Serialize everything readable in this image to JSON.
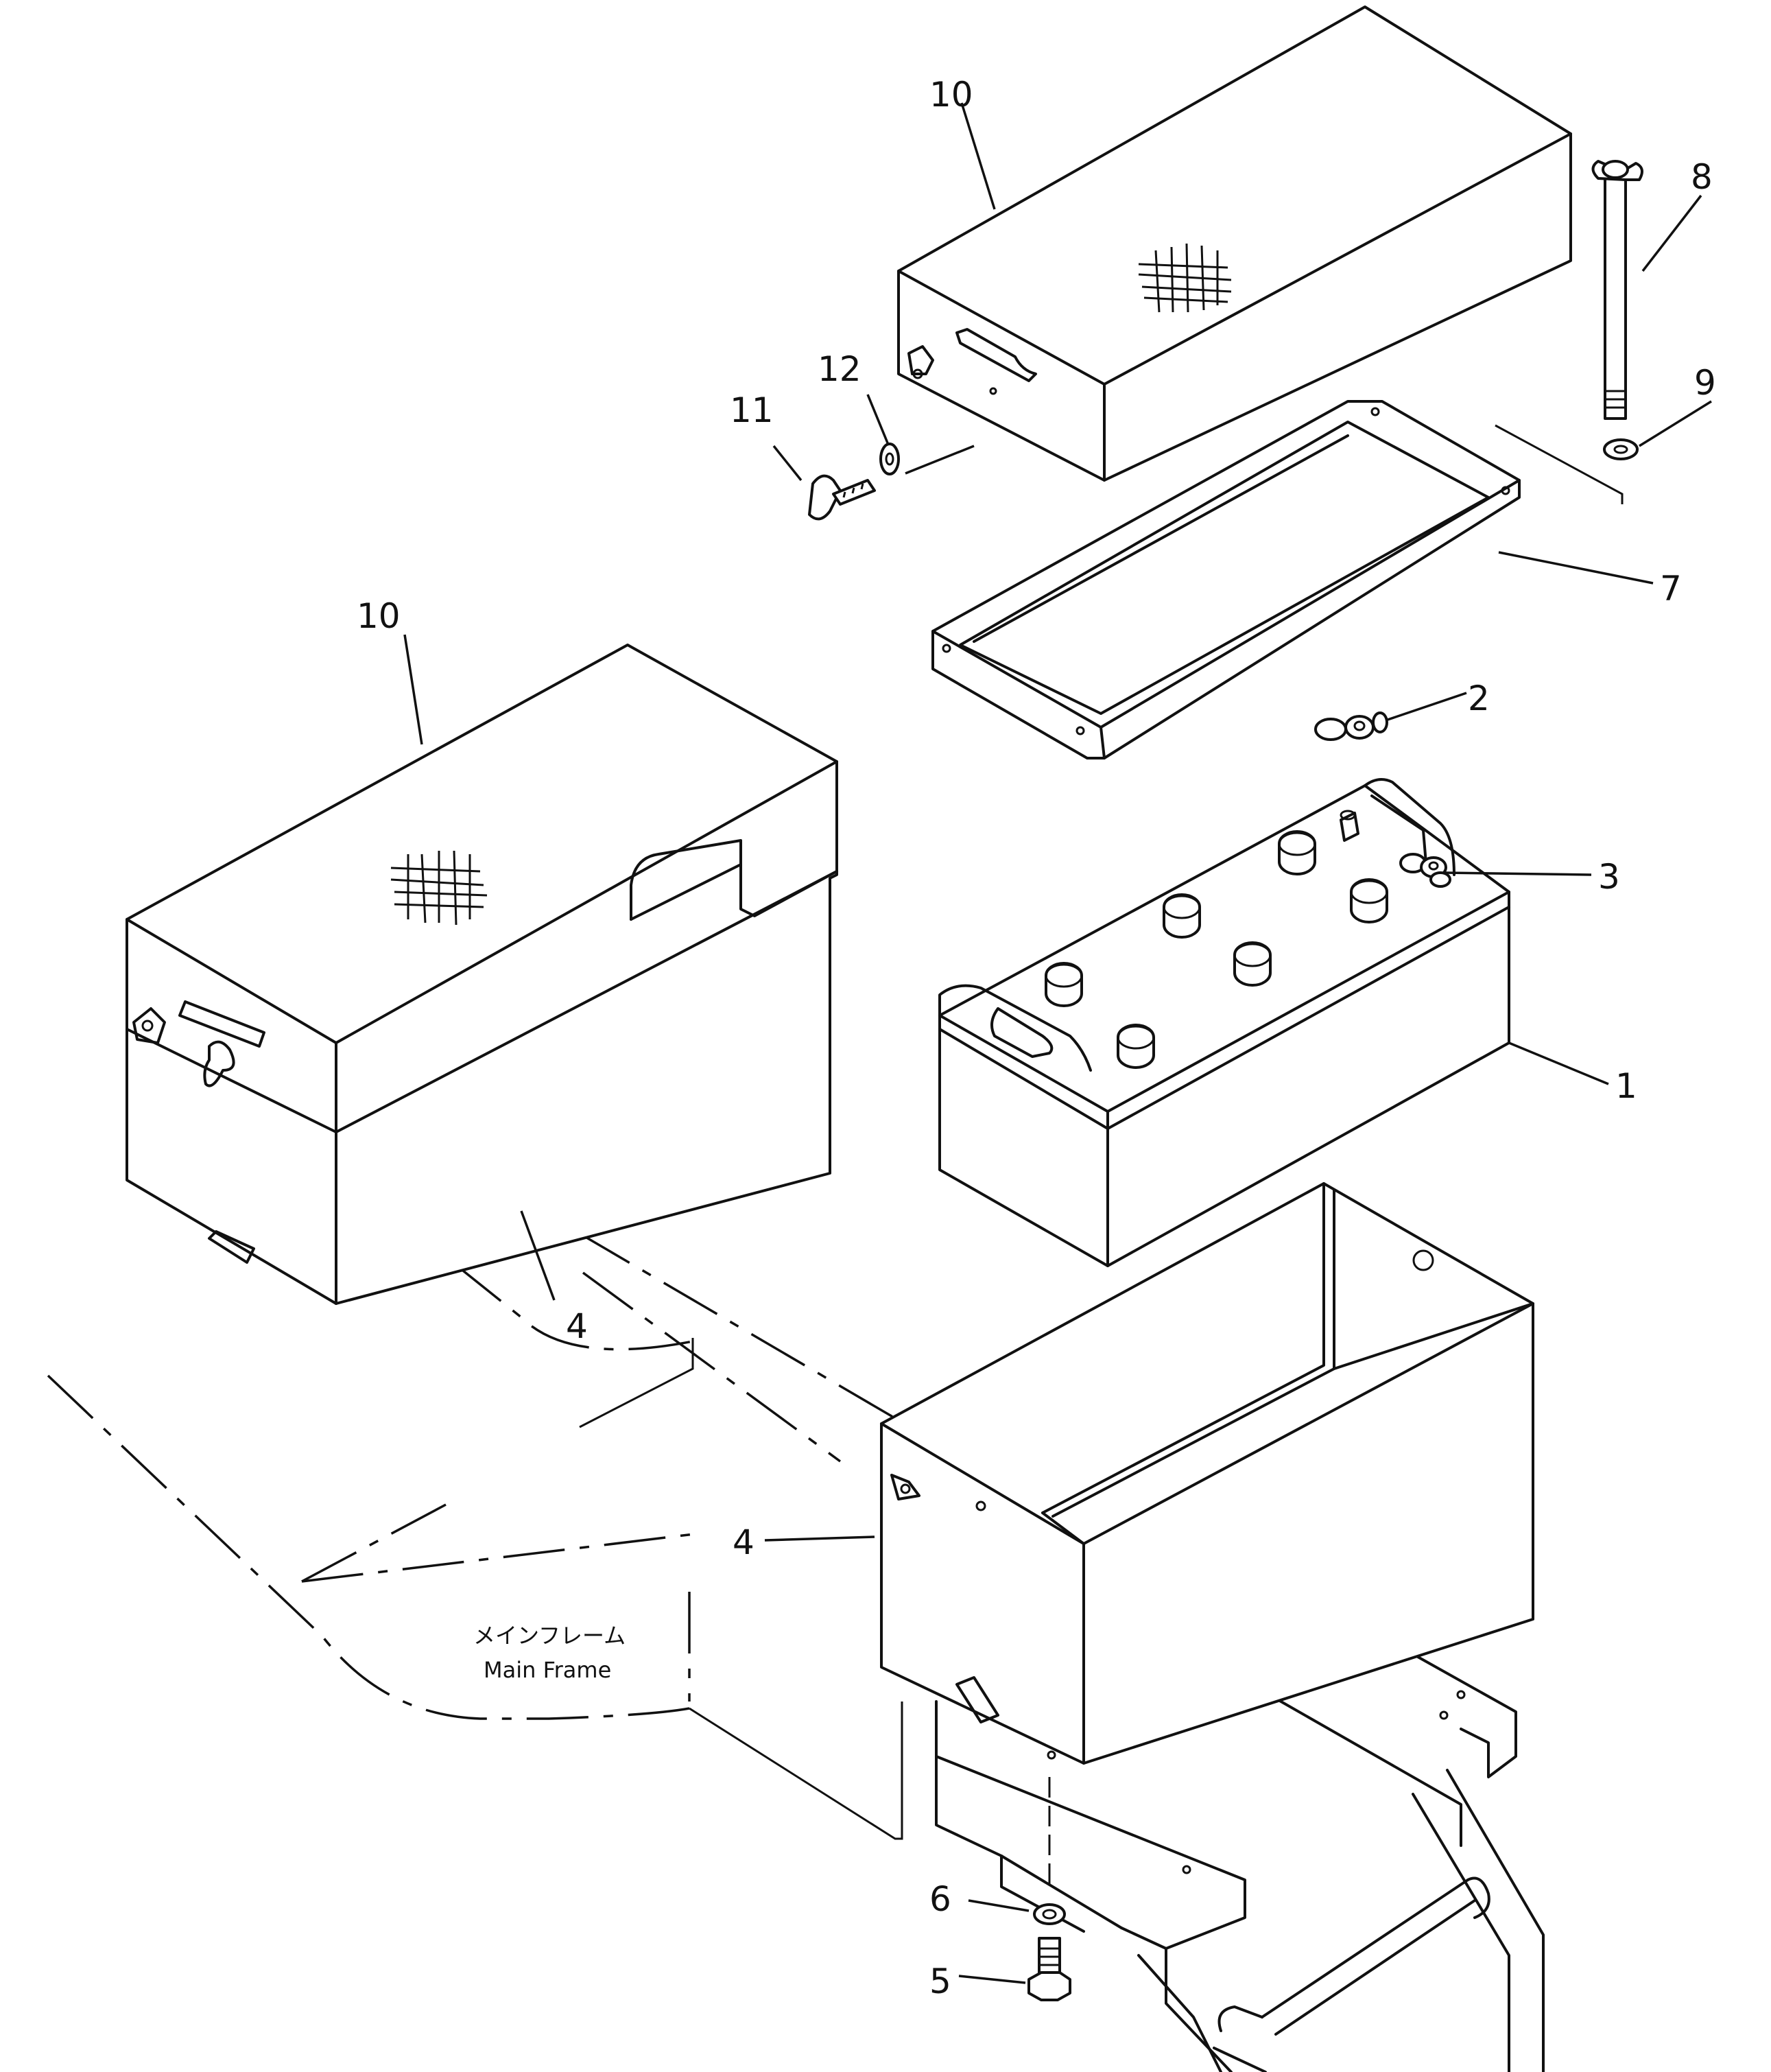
{
  "callouts": {
    "c1": "1",
    "c2": "2",
    "c3": "3",
    "c4a": "4",
    "c4b": "4",
    "c5": "5",
    "c6": "6",
    "c7": "7",
    "c8": "8",
    "c9": "9",
    "c10a": "10",
    "c10b": "10",
    "c11": "11",
    "c12": "12"
  },
  "main_frame": {
    "label_jp": "メインフレーム",
    "label_en": "Main Frame"
  }
}
